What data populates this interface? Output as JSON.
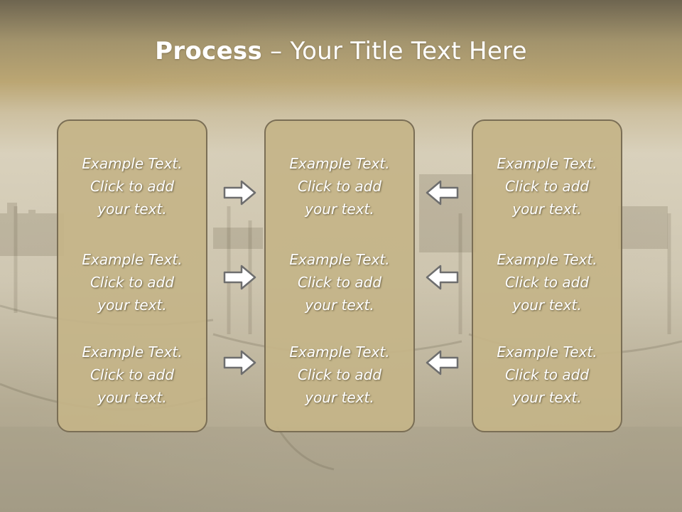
{
  "slide": {
    "title_bold": "Process",
    "title_rest": " – Your Title Text Here"
  },
  "columns": [
    {
      "items": [
        "Example Text.\nClick  to add\nyour text.",
        "Example Text.\nClick  to add\nyour text.",
        "Example Text.\nClick  to add\nyour text."
      ]
    },
    {
      "items": [
        "Example Text.\nClick  to add\nyour text.",
        "Example Text.\nClick  to add\nyour text.",
        "Example Text.\nClick  to add\nyour text."
      ]
    },
    {
      "items": [
        "Example Text.\nClick  to add\nyour text.",
        "Example Text.\nClick  to add\nyour text.",
        "Example Text.\nClick  to add\nyour text."
      ]
    }
  ],
  "arrows": {
    "left_group": "arrow-right-icon",
    "right_group": "arrow-left-icon"
  },
  "colors": {
    "box_fill": "#c4b488",
    "box_border": "#7a6e55",
    "header_band": "#bba673",
    "text": "#ffffff"
  }
}
